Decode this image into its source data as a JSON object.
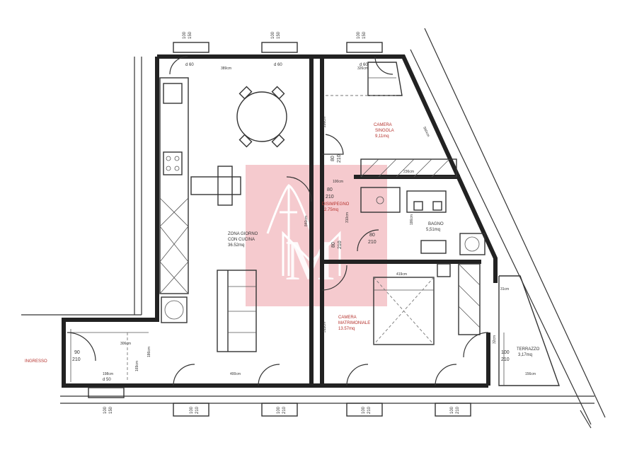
{
  "rooms": {
    "living_name_1": "ZONA GIORNO",
    "living_name_2": "CON CUCINA",
    "living_area": "36.52mq",
    "single_name_1": "CAMERA",
    "single_name_2": "SINGOLA",
    "single_area": "9,11mq",
    "hall_name": "DISIMPEGNO",
    "hall_area": "2.75mq",
    "bath_name": "BAGNO",
    "bath_area": "5,51mq",
    "master_name_1": "CAMERA",
    "master_name_2": "MATRIMONIALE",
    "master_area": "13.57mq",
    "terrace_name": "TERRAZZO",
    "terrace_area": "3,17mq",
    "entrance_name": "INGRESSO"
  },
  "doors": {
    "entrance_w": "90",
    "entrance_h": "210",
    "single_w": "80",
    "single_h": "210",
    "hall_w": "80",
    "hall_h": "210",
    "bath_w": "80",
    "bath_h": "210",
    "master_w": "80",
    "master_h": "210",
    "terrace_w": "100",
    "terrace_h": "210",
    "win_w": "100",
    "win_h": "150",
    "bottom_win_w": "100",
    "bottom_win_h": "210"
  },
  "dims": {
    "living_top": "389cm",
    "living_bottom": "400cm",
    "living_side": "840cm",
    "single_top": "326cm",
    "single_side": "286cm",
    "single_bottom": "236cm",
    "hall_top": "100cm",
    "hall_side": "310cm",
    "bath_side": "186cm",
    "master_top": "419cm",
    "master_side": "313cm",
    "terrace_side": "156cm",
    "terrace_small": "31cm",
    "terrace_tiny": "32cm",
    "entrance_top": "306cm",
    "entrance_bottom": "198cm",
    "entrance_side": "169cm",
    "entrance_small": "186cm",
    "diag_wall": "560cm",
    "win_depth_1": "d 60",
    "win_depth_2": "d 60",
    "win_depth_3": "d 60",
    "win_depth_4": "d 50"
  },
  "watermark": {
    "letters": "M",
    "color": "#f2b8be"
  }
}
